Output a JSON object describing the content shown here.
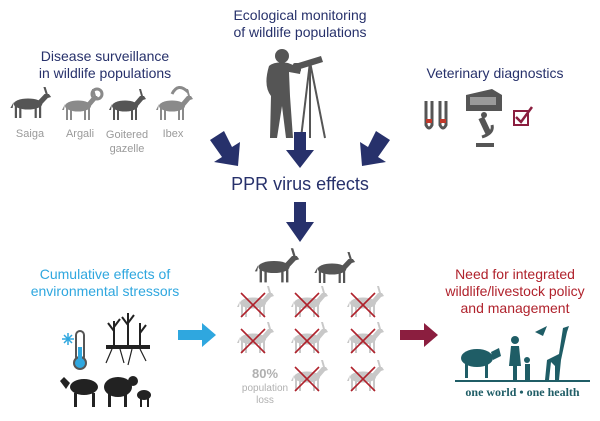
{
  "top": {
    "title_line1": "Ecological monitoring",
    "title_line2": "of wildlife populations"
  },
  "disease": {
    "title_line1": "Disease surveillance",
    "title_line2": "in wildlife populations",
    "species": {
      "saiga": "Saiga",
      "argali": "Argali",
      "goitered_line1": "Goitered",
      "goitered_line2": "gazelle",
      "ibex": "Ibex"
    }
  },
  "vet": {
    "title": "Veterinary diagnostics"
  },
  "center": {
    "title": "PPR virus effects"
  },
  "cumulative": {
    "line1": "Cumulative effects of",
    "line2": "environmental stressors"
  },
  "loss": {
    "percent": "80%",
    "label_line1": "population",
    "label_line2": "loss"
  },
  "policy": {
    "line1": "Need for integrated",
    "line2": "wildlife/livestock policy",
    "line3": "and management"
  },
  "one_health": {
    "text": "one world • one health"
  },
  "colors": {
    "navy": "#27316b",
    "gray": "#9a9a9a",
    "light_gray": "#c2c2c2",
    "sky_blue": "#2fa7df",
    "dark_red": "#8b1e3f",
    "teal": "#1f5d66",
    "brown": "#5a4a3f"
  },
  "icons": {
    "observer": "person-with-spotting-scope-icon",
    "test_tubes": "test-tubes-icon",
    "analyzer": "lab-analyzer-icon",
    "microscope": "microscope-icon",
    "checkbox": "checked-box-icon",
    "thermometer": "thermometer-icon",
    "snowflake": "snowflake-icon",
    "dry_vegetation": "dry-vegetation-icon",
    "livestock": "livestock-icon"
  }
}
